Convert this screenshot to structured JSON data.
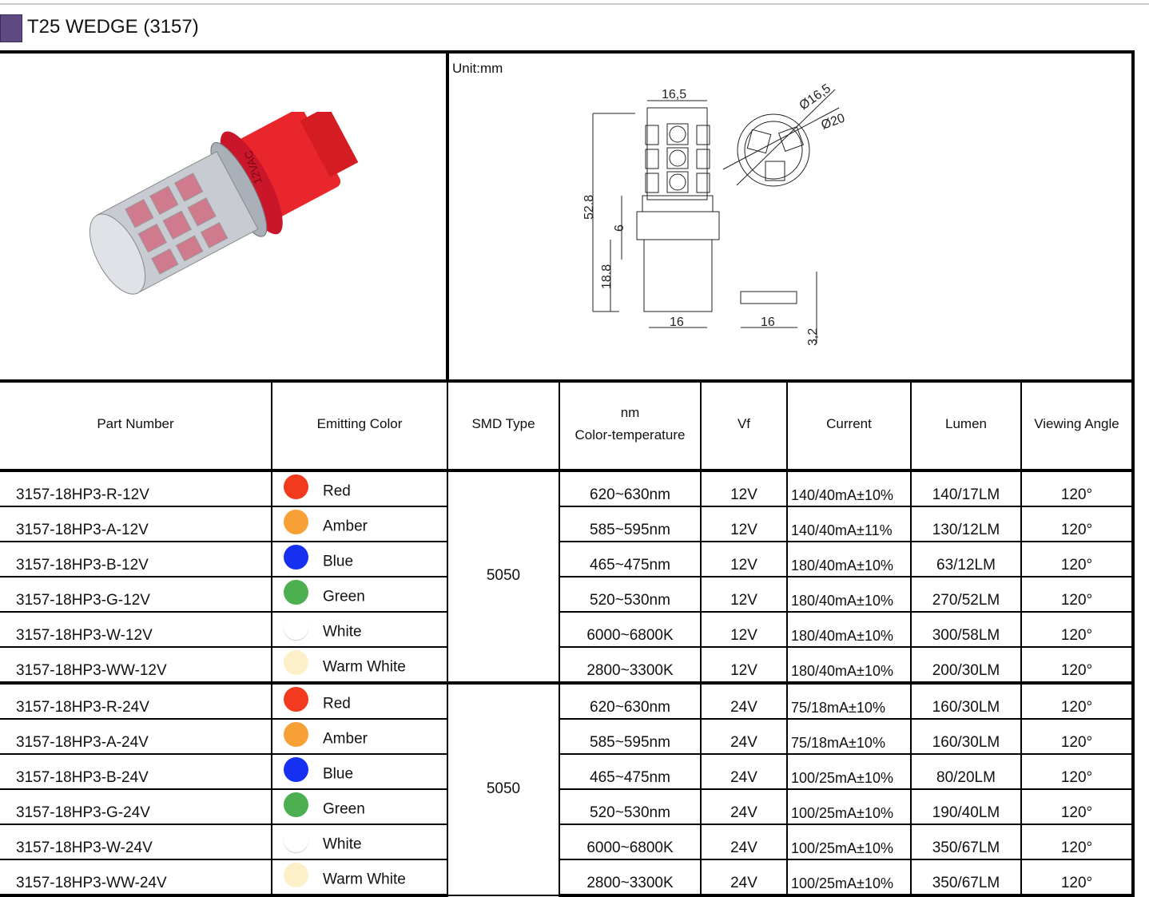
{
  "title": "T25 WEDGE (3157)",
  "unit": "Unit:mm",
  "dims": {
    "top_width": "16,5",
    "height": "52.8",
    "d6": "6",
    "d18": "18.8",
    "base_w": "16",
    "phi1": "Ø16,5",
    "phi2": "Ø20",
    "side_w": "16",
    "side_t": "3,2"
  },
  "bulb_label": "12VAC",
  "headers": {
    "part": "Part Number",
    "color": "Emitting Color",
    "smd": "SMD Type",
    "nm": "nm",
    "ct": "Color-temperature",
    "vf": "Vf",
    "current": "Current",
    "lumen": "Lumen",
    "angle": "Viewing Angle"
  },
  "groups": [
    {
      "smd": "5050",
      "rows": [
        {
          "pn": "3157-18HP3-R-12V",
          "color": "Red",
          "hex": "#f23a1e",
          "nm": "620~630nm",
          "vf": "12V",
          "cur": "140/40mA±10%",
          "lm": "140/17LM",
          "ang": "120°"
        },
        {
          "pn": "3157-18HP3-A-12V",
          "color": "Amber",
          "hex": "#f7a035",
          "nm": "585~595nm",
          "vf": "12V",
          "cur": "140/40mA±11%",
          "lm": "130/12LM",
          "ang": "120°"
        },
        {
          "pn": "3157-18HP3-B-12V",
          "color": "Blue",
          "hex": "#1530f0",
          "nm": "465~475nm",
          "vf": "12V",
          "cur": "180/40mA±10%",
          "lm": "63/12LM",
          "ang": "120°"
        },
        {
          "pn": "3157-18HP3-G-12V",
          "color": "Green",
          "hex": "#4caf50",
          "nm": "520~530nm",
          "vf": "12V",
          "cur": "180/40mA±10%",
          "lm": "270/52LM",
          "ang": "120°"
        },
        {
          "pn": "3157-18HP3-W-12V",
          "color": "White",
          "hex": "#ffffff",
          "nm": "6000~6800K",
          "vf": "12V",
          "cur": "180/40mA±10%",
          "lm": "300/58LM",
          "ang": "120°"
        },
        {
          "pn": "3157-18HP3-WW-12V",
          "color": "Warm White",
          "hex": "#fdf0c8",
          "nm": "2800~3300K",
          "vf": "12V",
          "cur": "180/40mA±10%",
          "lm": "200/30LM",
          "ang": "120°"
        }
      ]
    },
    {
      "smd": "5050",
      "rows": [
        {
          "pn": "3157-18HP3-R-24V",
          "color": "Red",
          "hex": "#f23a1e",
          "nm": "620~630nm",
          "vf": "24V",
          "cur": "75/18mA±10%",
          "lm": "160/30LM",
          "ang": "120°"
        },
        {
          "pn": "3157-18HP3-A-24V",
          "color": "Amber",
          "hex": "#f7a035",
          "nm": "585~595nm",
          "vf": "24V",
          "cur": "75/18mA±10%",
          "lm": "160/30LM",
          "ang": "120°"
        },
        {
          "pn": "3157-18HP3-B-24V",
          "color": "Blue",
          "hex": "#1530f0",
          "nm": "465~475nm",
          "vf": "24V",
          "cur": "100/25mA±10%",
          "lm": "80/20LM",
          "ang": "120°"
        },
        {
          "pn": "3157-18HP3-G-24V",
          "color": "Green",
          "hex": "#4caf50",
          "nm": "520~530nm",
          "vf": "24V",
          "cur": "100/25mA±10%",
          "lm": "190/40LM",
          "ang": "120°"
        },
        {
          "pn": "3157-18HP3-W-24V",
          "color": "White",
          "hex": "#ffffff",
          "nm": "6000~6800K",
          "vf": "24V",
          "cur": "100/25mA±10%",
          "lm": "350/67LM",
          "ang": "120°"
        },
        {
          "pn": "3157-18HP3-WW-24V",
          "color": "Warm White",
          "hex": "#fdf0c8",
          "nm": "2800~3300K",
          "vf": "24V",
          "cur": "100/25mA±10%",
          "lm": "350/67LM",
          "ang": "120°"
        }
      ]
    }
  ]
}
